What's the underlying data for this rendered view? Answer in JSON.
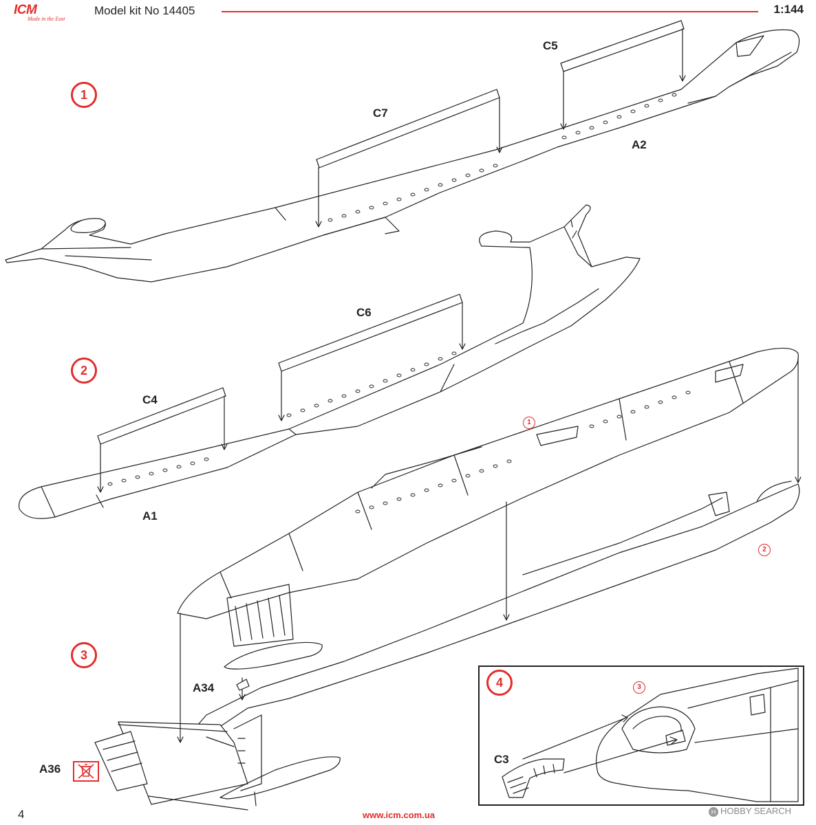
{
  "header": {
    "logo_text": "ICM",
    "logo_tagline": "Made in the East",
    "model_title": "Model kit No 14405",
    "scale": "1:144"
  },
  "steps": {
    "step1": "1",
    "step2": "2",
    "step3": "3",
    "step4": "4"
  },
  "sub_steps": {
    "ref1": "1",
    "ref2": "2",
    "ref3": "3"
  },
  "parts": {
    "c5": "C5",
    "c7": "C7",
    "a2": "A2",
    "c6": "C6",
    "c4": "C4",
    "a1": "A1",
    "a34": "A34",
    "a36": "A36",
    "c3": "C3"
  },
  "footer": {
    "page_number": "4",
    "url": "www.icm.com.ua",
    "watermark": "HOBBY SEARCH"
  },
  "colors": {
    "accent_red": "#e42b2b",
    "line": "#231f20"
  }
}
